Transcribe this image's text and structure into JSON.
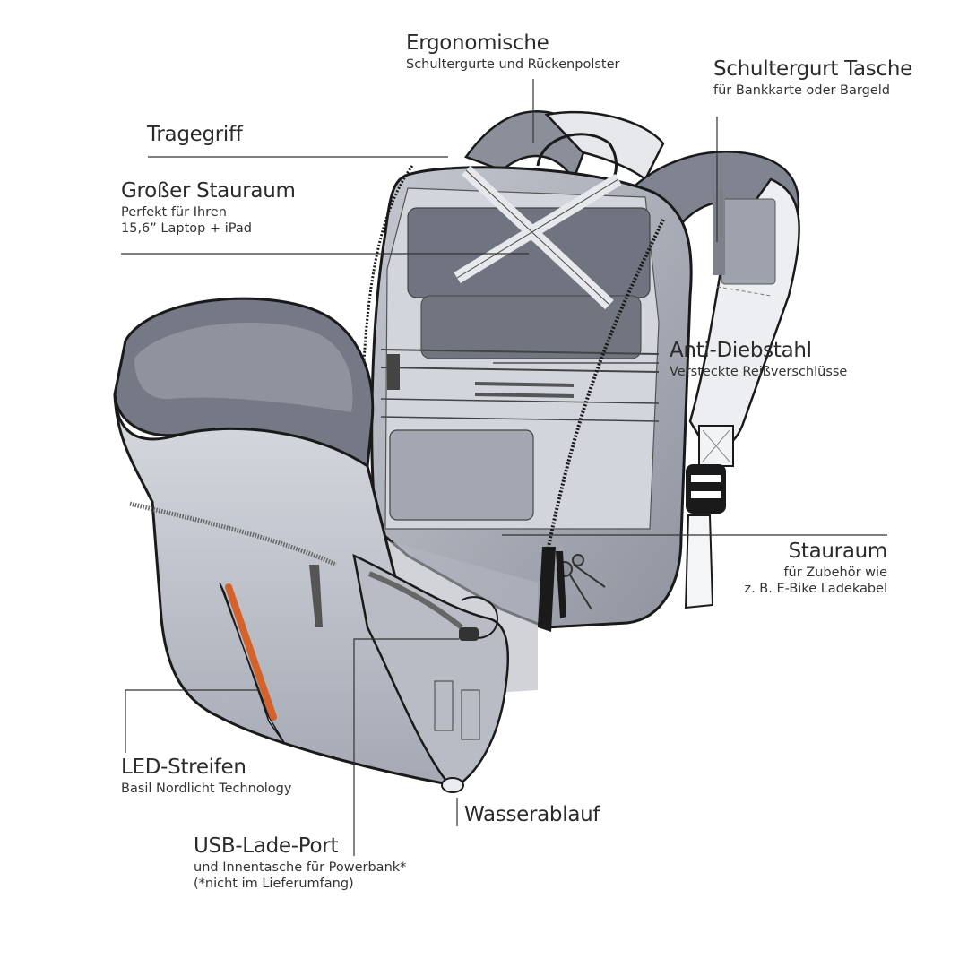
{
  "labels": {
    "ergonomic": {
      "title": "Ergonomische",
      "lines": [
        "Schultergurte und Rückenpolster"
      ]
    },
    "strap_pocket": {
      "title": "Schultergurt Tasche",
      "lines": [
        "für Bankkarte oder Bargeld"
      ]
    },
    "handle": {
      "title": "Tragegriff"
    },
    "storage_large": {
      "title": "Großer Stauraum",
      "lines": [
        "Perfekt für Ihren",
        "15,6” Laptop + iPad"
      ]
    },
    "anti_theft": {
      "title": "Anti-Diebstahl",
      "lines": [
        "Versteckte Reißverschlüsse"
      ]
    },
    "storage": {
      "title": "Stauraum",
      "lines": [
        "für Zubehör wie",
        "z. B. E-Bike Ladekabel"
      ]
    },
    "led": {
      "title": "LED-Streifen",
      "lines": [
        "Basil Nordlicht Technology"
      ]
    },
    "drain": {
      "title": "Wasserablauf"
    },
    "usb": {
      "title": "USB-Lade-Port",
      "lines": [
        "und Innentasche für Powerbank*",
        "(*nicht im Lieferumfang)"
      ]
    }
  },
  "colors": {
    "outline": "#1a1a1a",
    "body_dark": "#7d828e",
    "body_mid": "#a9adb8",
    "body_light": "#d3d6dd",
    "led_orange": "#d4622a",
    "leader": "#333333"
  },
  "icons": [
    "backpack-illustration",
    "zipper-icon",
    "keys-icon",
    "buckle-icon"
  ]
}
